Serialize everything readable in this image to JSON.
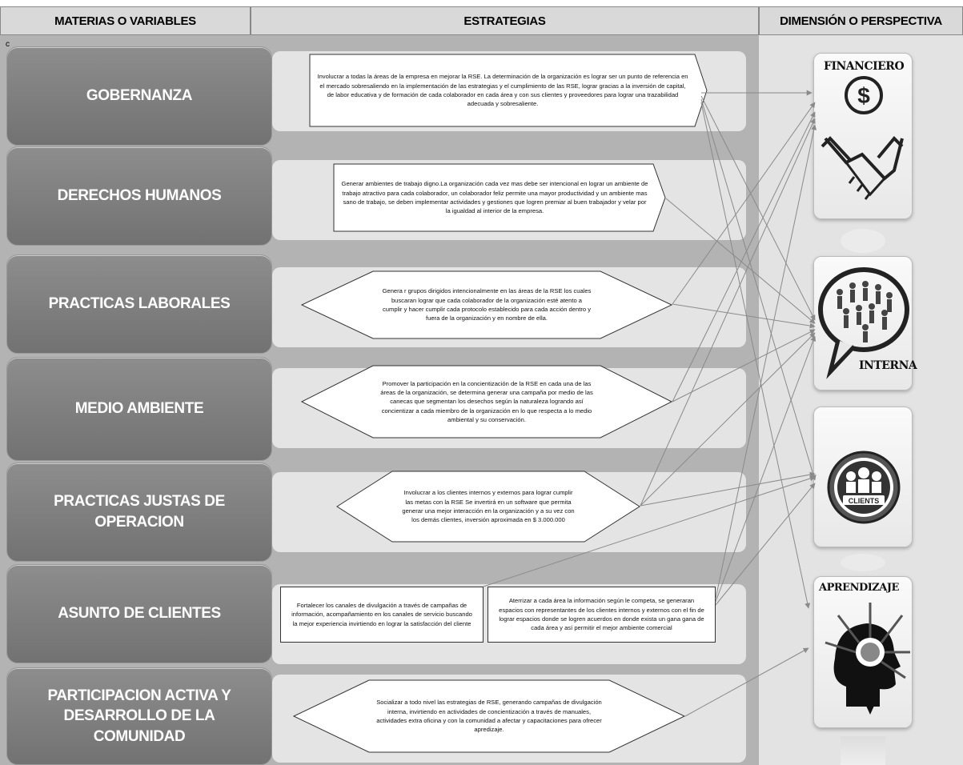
{
  "headers": {
    "materias": "MATERIAS O VARIABLES",
    "estrategias": "ESTRATEGIAS",
    "dimension": "DIMENSIÓN O PERSPECTIVA"
  },
  "corner_mark": "c",
  "materias": [
    "GOBERNANZA",
    "DERECHOS HUMANOS",
    "PRACTICAS LABORALES",
    "MEDIO AMBIENTE",
    "PRACTICAS JUSTAS DE OPERACION",
    "ASUNTO DE CLIENTES",
    "PARTICIPACION ACTIVA Y DESARROLLO DE LA COMUNIDAD"
  ],
  "estrategias": {
    "gobernanza": "Involucrar a todas la áreas de la empresa en mejorar la RSE. La determinación de la organización es lograr ser un punto de referencia en el mercado sobresaliendo en la implementación de las estrategias y el cumplimiento de las RSE, lograr gracias a la inversión de capital, de labor educativa y de formación de cada colaborador en cada área y con sus clientes y proveedores para lograr una trazabilidad adecuada y sobresaliente.",
    "derechos_humanos": "Generar ambientes de trabajo digno.La organización cada vez mas debe ser intencional en lograr un ambiente de trabajo atractivo para cada colaborador, un colaborador feliz permite una mayor productividad y un ambiente mas sano de trabajo, se deben implementar actividades y gestiones que logren premiar al buen trabajador y velar por la igualdad al interior de la empresa.",
    "practicas_laborales": "Genera r grupos dirigidos intencionalmente en las áreas de la RSE los cuales buscaran lograr que cada colaborador de la organización esté atento a cumplir y hacer cumplir cada protocolo establecido para cada acción dentro y fuera de la organización y en nombre de ella.",
    "medio_ambiente": "Promover la participación en la concientización de la RSE en cada una de las áreas de la organización, se determina generar una campaña por medio de las canecas que segmentan los desechos según la naturaleza logrando así concientizar a cada miembro de la organización en lo que respecta a lo medio ambiental y su conservación.",
    "practicas_justas": "Involucrar a los clientes internos y externos para lograr cumplir las metas con la RSE Se invertirá en un software que permita generar una mejor interacción en la organización y a su vez con los demás clientes, inversión aproximada en $ 3.000.000",
    "clientes_1": "Fortalecer los canales de divulgación a través de campañas de información, acompañamiento en los canales de servicio buscando la mejor experiencia invirtiendo en lograr la satisfacción del cliente",
    "clientes_2": "Aterrizar a cada área la información según le competa, se generaran espacios con representantes de los clientes internos y externos con el fin de lograr espacios donde se logren acuerdos en donde exista un gana gana de cada área y así permitir el mejor ambiente comercial",
    "comunidad": "Socializar a todo nivel las estrategias de RSE, generando campañas de divulgación interna, invirtiendo en actividades de concientización a través de manuales, actividades extra oficina y con la comunidad a afectar y capacitaciones para ofrecer apredizaje."
  },
  "perspectivas": {
    "financiero": "FINANCIERO",
    "interna": "INTERNA",
    "clients": "CLIENTS",
    "aprendizaje": "APRENDIZAJE"
  },
  "icons": [
    "dollar-icon",
    "handshake-icon",
    "people-speech-bubble-icon",
    "clients-group-icon",
    "head-brain-arrows-icon"
  ],
  "colors": {
    "panel": "#b3b3b3",
    "band": "#e4e4e4",
    "button": "#808080",
    "connector": "#8a8a8a"
  }
}
